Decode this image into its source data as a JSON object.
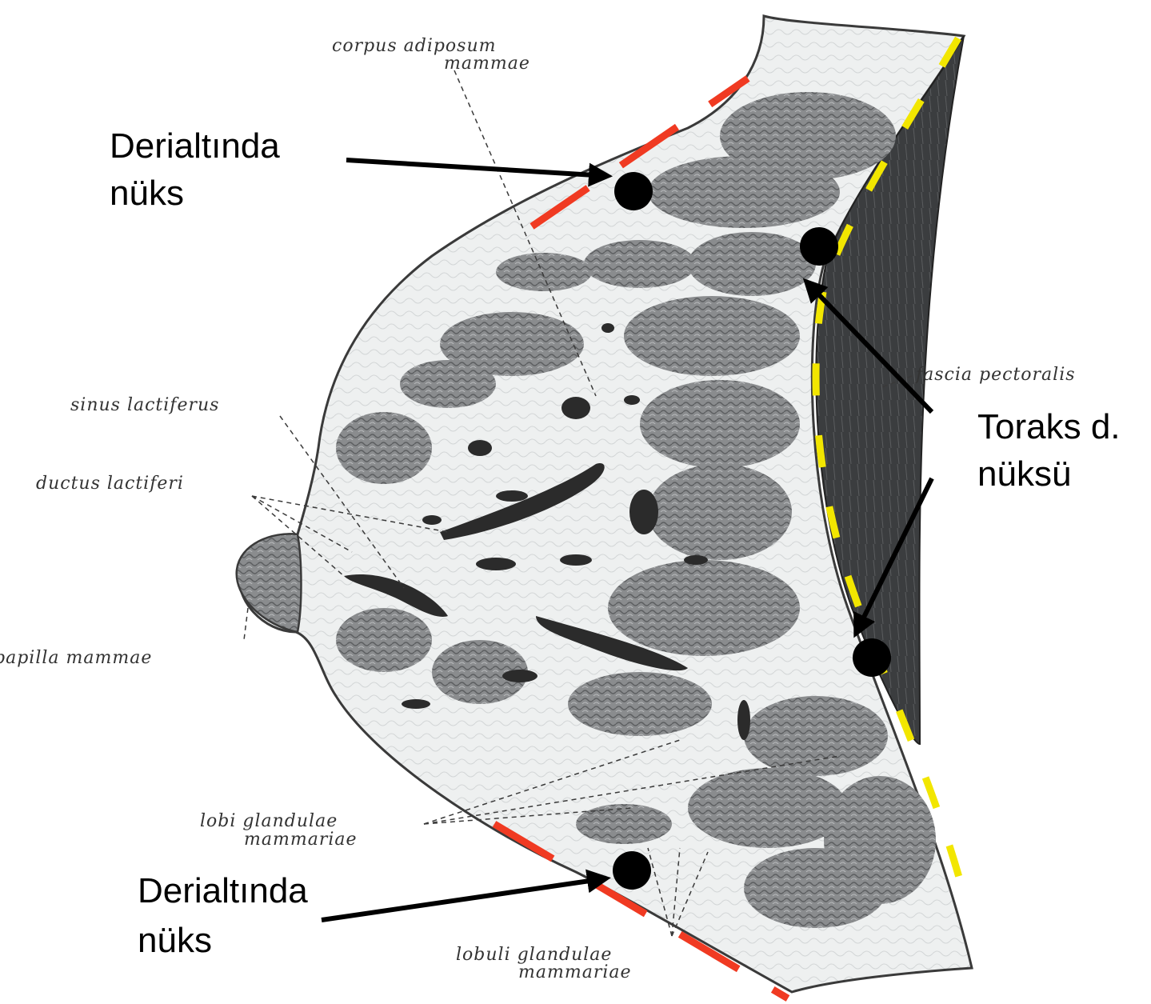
{
  "anatomy_labels": {
    "corpus_line1": "corpus adiposum",
    "corpus_line2": "mammae",
    "fascia": "fascia pectoralis",
    "sinus": "sinus lactiferus",
    "ductus": "ductus lactiferi",
    "papilla": "papilla mammae",
    "lobi_line1": "lobi glandulae",
    "lobi_line2": "mammariae",
    "lobuli_line1": "lobuli glandulae",
    "lobuli_line2": "mammariae"
  },
  "annotations": {
    "subcutaneous_top_line1": "Derialtında",
    "subcutaneous_top_line2": "nüks",
    "thorax_line1": "Toraks d.",
    "thorax_line2": "nüksü",
    "subcutaneous_bottom_line1": "Derialtında",
    "subcutaneous_bottom_line2": "nüks"
  },
  "colors": {
    "skin_margin": "#f03a22",
    "chest_wall_margin": "#f2e600",
    "marker": "#000000",
    "tissue_light": "#eceeee",
    "tissue_dark": "#7a7c7e",
    "muscle": "#3d3f41"
  }
}
